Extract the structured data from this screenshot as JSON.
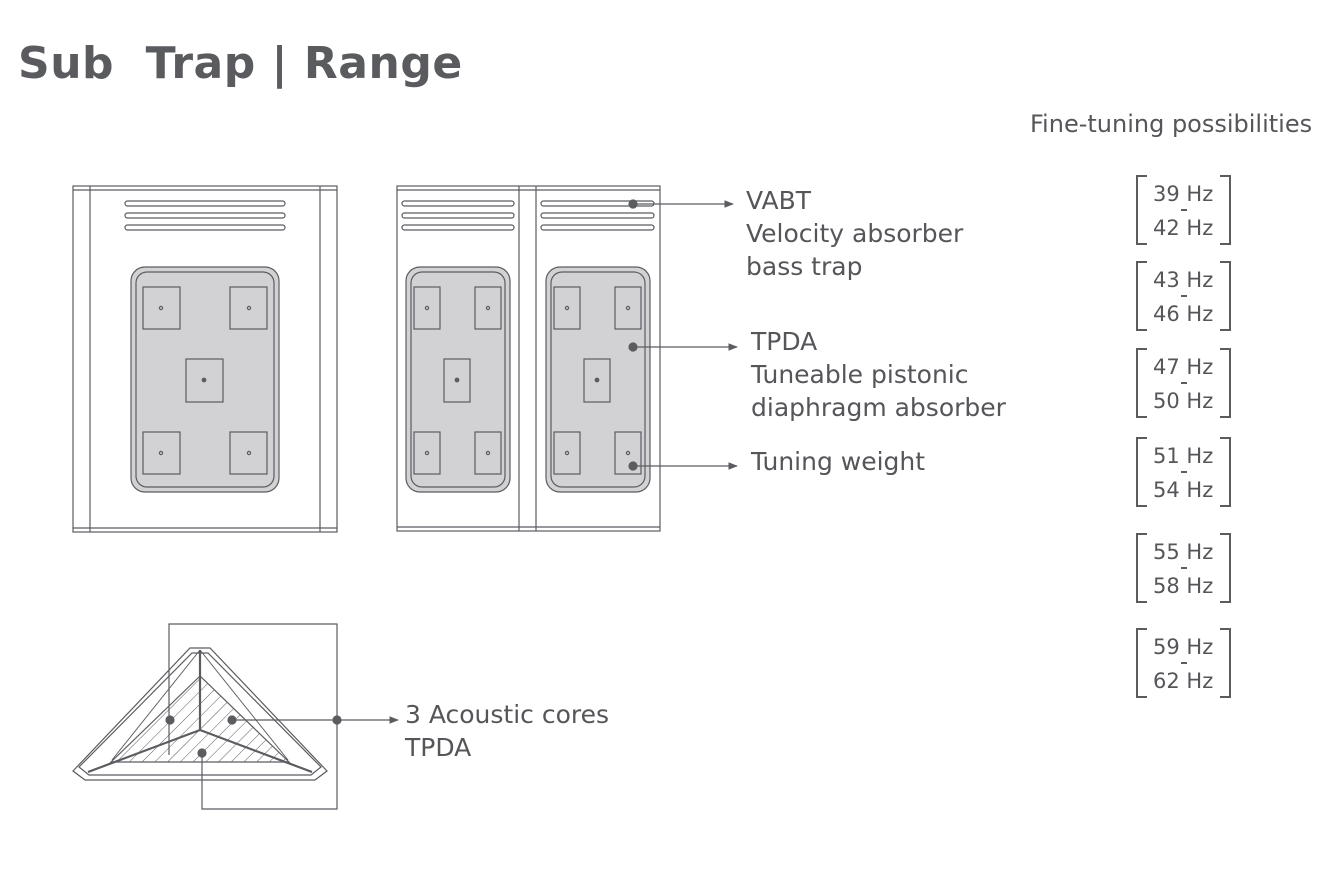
{
  "page": {
    "title": "Sub  Trap | Range",
    "tuning_header": "Fine-tuning possibilities"
  },
  "callouts": {
    "vabt": [
      "VABT",
      "Velocity absorber",
      "bass trap"
    ],
    "tpda": [
      "TPDA",
      "Tuneable pistonic",
      "diaphragm absorber"
    ],
    "tuning_weight": [
      "Tuning weight"
    ],
    "cores": [
      "3 Acoustic cores",
      "TPDA"
    ]
  },
  "tuning_bands": [
    {
      "low": "39 Hz",
      "high": "42 Hz"
    },
    {
      "low": "43 Hz",
      "high": "46 Hz"
    },
    {
      "low": "47 Hz",
      "high": "50 Hz"
    },
    {
      "low": "51 Hz",
      "high": "54 Hz"
    },
    {
      "low": "55 Hz",
      "high": "58 Hz"
    },
    {
      "low": "59 Hz",
      "high": "62 Hz"
    }
  ],
  "colors": {
    "line": "#5b5c60",
    "panel_fill": "#d2d2d4",
    "text": "#55565a"
  }
}
